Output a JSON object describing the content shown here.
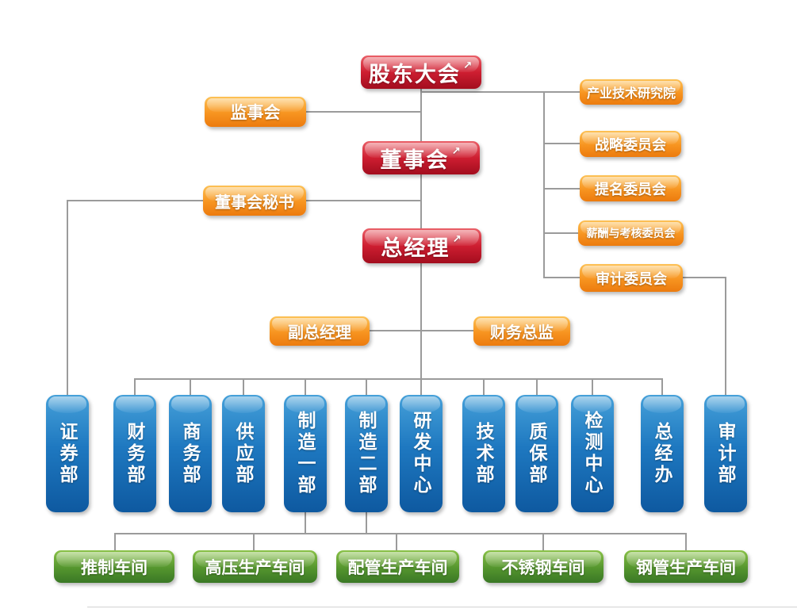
{
  "icons": {
    "corner_arrow": "↗"
  },
  "colors": {
    "red": "#ce1e31",
    "orange": "#f79420",
    "blue": "#1e78c0",
    "green": "#54952e",
    "line": "#9b9b9b"
  },
  "org": {
    "shareholders": {
      "label": "股东大会"
    },
    "supervisory_board": {
      "label": "监事会"
    },
    "board": {
      "label": "董事会"
    },
    "board_secretary": {
      "label": "董事会秘书"
    },
    "general_manager": {
      "label": "总经理"
    },
    "deputy_general_manager": {
      "label": "副总经理"
    },
    "finance_director": {
      "label": "财务总监"
    },
    "committees": [
      {
        "label": "产业技术研究院"
      },
      {
        "label": "战略委员会"
      },
      {
        "label": "提名委员会"
      },
      {
        "label": "薪酬与考核委员会"
      },
      {
        "label": "审计委员会"
      }
    ],
    "departments": [
      {
        "label": "证券部"
      },
      {
        "label": "财务部"
      },
      {
        "label": "商务部"
      },
      {
        "label": "供应部"
      },
      {
        "label": "制造一部"
      },
      {
        "label": "制造二部"
      },
      {
        "label": "研发中心"
      },
      {
        "label": "技术部"
      },
      {
        "label": "质保部"
      },
      {
        "label": "检测中心"
      },
      {
        "label": "总经办"
      },
      {
        "label": "审计部"
      }
    ],
    "workshops": [
      {
        "label": "推制车间"
      },
      {
        "label": "高压生产车间"
      },
      {
        "label": "配管生产车间"
      },
      {
        "label": "不锈钢车间"
      },
      {
        "label": "钢管生产车间"
      }
    ]
  }
}
